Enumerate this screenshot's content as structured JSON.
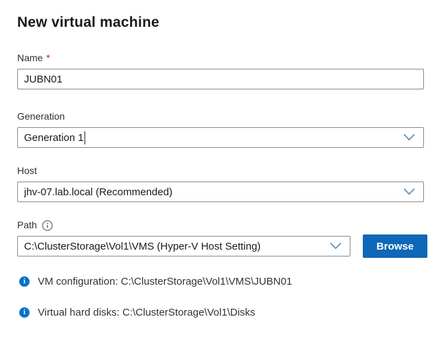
{
  "page": {
    "title": "New virtual machine"
  },
  "fields": {
    "name": {
      "label": "Name",
      "required_marker": "*",
      "value": "JUBN01"
    },
    "generation": {
      "label": "Generation",
      "value": "Generation 1"
    },
    "host": {
      "label": "Host",
      "value": "jhv-07.lab.local (Recommended)"
    },
    "path": {
      "label": "Path",
      "value": "C:\\ClusterStorage\\Vol1\\VMS (Hyper-V Host Setting)",
      "browse_label": "Browse"
    }
  },
  "info_notes": [
    {
      "icon": "info-filled",
      "text": "VM configuration: C:\\ClusterStorage\\Vol1\\VMS\\JUBN01"
    },
    {
      "icon": "info-filled",
      "text": "Virtual hard disks: C:\\ClusterStorage\\Vol1\\Disks"
    }
  ],
  "icons": {
    "dropdown": "chevron-down",
    "path_help": "info-outline",
    "note": "info-filled",
    "note_glyph": "i"
  },
  "colors": {
    "primary_button": "#0d68b8",
    "info_icon": "#0a72c6",
    "chevron": "#6292b8",
    "input_border": "#8a8a8a",
    "required": "#c50f1f",
    "text": "#1a1a1a"
  }
}
